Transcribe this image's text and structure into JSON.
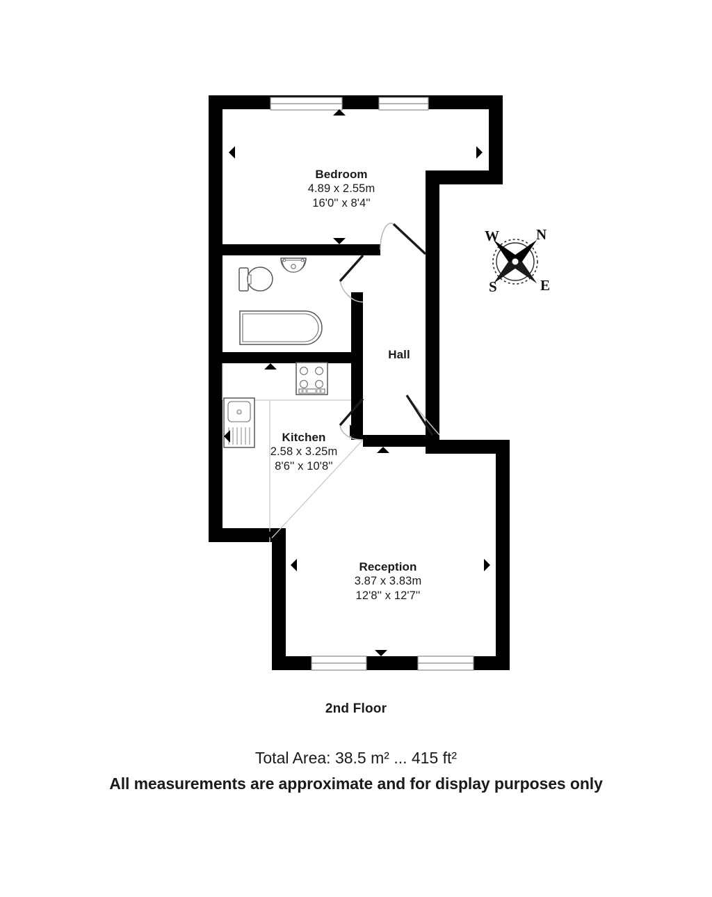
{
  "document": {
    "type": "floor-plan",
    "floor_title": "2nd Floor",
    "total_area": "Total Area: 38.5 m² ... 415 ft²",
    "disclaimer": "All measurements are approximate and for display purposes only",
    "background_color": "#ffffff",
    "wall_color": "#000000",
    "text_color": "#1a1a1a"
  },
  "rooms": [
    {
      "id": "bedroom",
      "name": "Bedroom",
      "dim_metric": "4.89 x 2.55m",
      "dim_imperial": "16'0'' x 8'4''"
    },
    {
      "id": "hall",
      "name": "Hall",
      "dim_metric": "",
      "dim_imperial": ""
    },
    {
      "id": "kitchen",
      "name": "Kitchen",
      "dim_metric": "2.58 x 3.25m",
      "dim_imperial": "8'6'' x 10'8''"
    },
    {
      "id": "reception",
      "name": "Reception",
      "dim_metric": "3.87 x 3.83m",
      "dim_imperial": "12'8'' x 12'7''"
    }
  ],
  "compass": {
    "north_label": "N",
    "east_label": "E",
    "south_label": "S",
    "west_label": "W",
    "rotation_note": "rotated"
  },
  "fixtures": [
    {
      "id": "toilet",
      "room": "bathroom"
    },
    {
      "id": "wash-basin",
      "room": "bathroom"
    },
    {
      "id": "bathtub",
      "room": "bathroom"
    },
    {
      "id": "hob",
      "room": "kitchen"
    },
    {
      "id": "kitchen-sink",
      "room": "kitchen"
    }
  ],
  "windows": [
    {
      "id": "bedroom-window-left",
      "wall": "top"
    },
    {
      "id": "bedroom-window-right",
      "wall": "top"
    },
    {
      "id": "reception-window-left",
      "wall": "bottom"
    },
    {
      "id": "reception-window-right",
      "wall": "bottom"
    }
  ],
  "doors": [
    {
      "id": "bedroom-door"
    },
    {
      "id": "bathroom-door"
    },
    {
      "id": "kitchen-door"
    },
    {
      "id": "reception-door"
    }
  ]
}
